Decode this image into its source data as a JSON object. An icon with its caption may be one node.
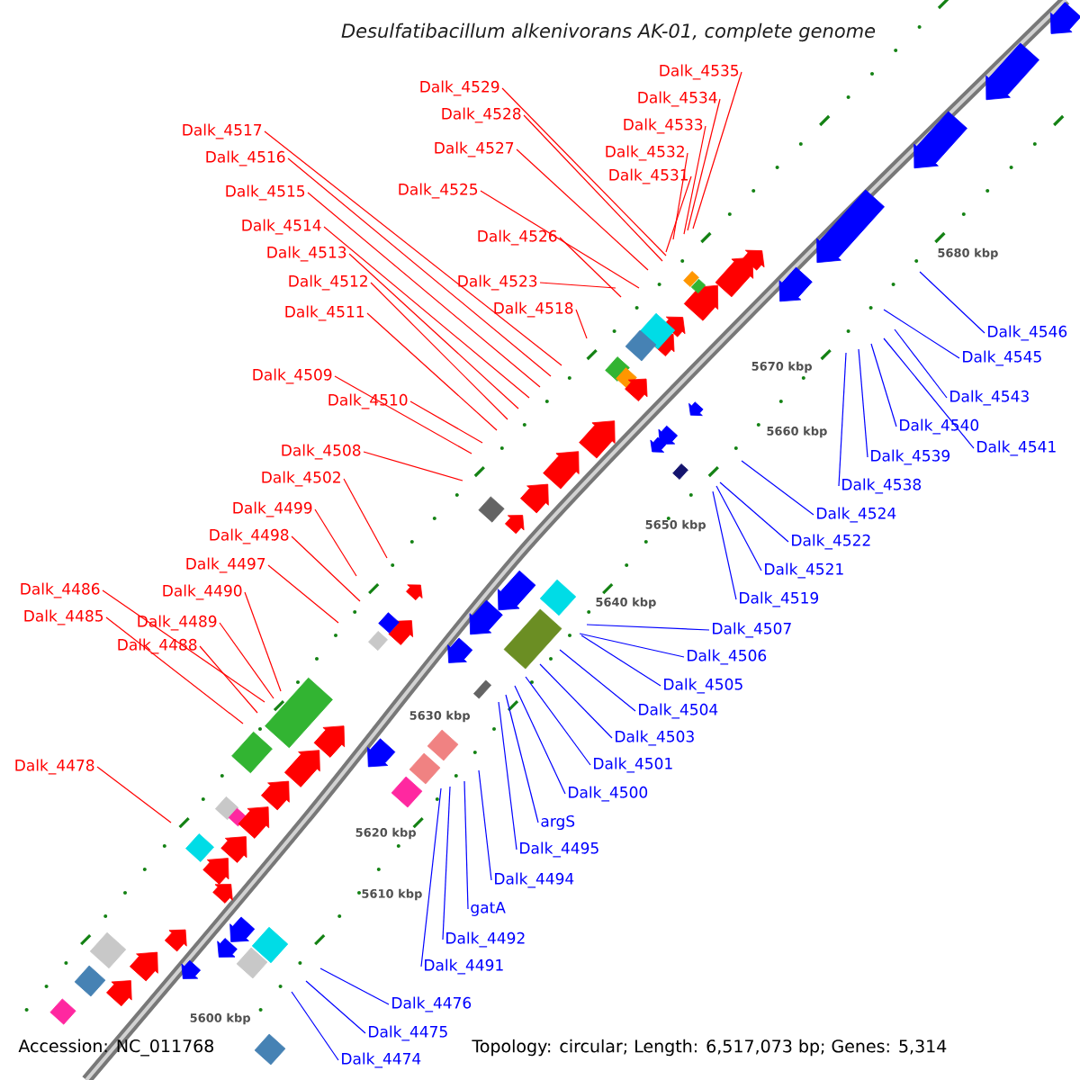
{
  "diagram": {
    "title": "Desulfatibacillum alkenivorans AK-01, complete genome",
    "nodes": [
      {
        "text": [
          "Dalk_4535"
        ]
      },
      {
        "text": [
          "Dalk_4534"
        ]
      },
      {
        "text": [
          "Dalk_4529"
        ]
      },
      {
        "text": [
          "Dalk_4528"
        ]
      },
      {
        "text": [
          "Dalk_4533"
        ]
      },
      {
        "text": [
          "Dalk_4517"
        ]
      },
      {
        "text": [
          "Dalk_4527"
        ]
      },
      {
        "text": [
          "Dalk_4532"
        ]
      },
      {
        "text": [
          "Dalk_4516"
        ]
      },
      {
        "text": [
          "Dalk_4531"
        ]
      },
      {
        "text": [
          "Dalk_4525"
        ]
      },
      {
        "text": [
          "Dalk_4515"
        ]
      },
      {
        "text": [
          "Dalk_4514"
        ]
      },
      {
        "text": [
          "Dalk_4526"
        ]
      },
      {
        "text": [
          "Dalk_4513"
        ]
      },
      {
        "text": [
          "Dalk_4523"
        ]
      },
      {
        "text": [
          "Dalk_4512"
        ]
      },
      {
        "text": [
          "Dalk_4518"
        ]
      },
      {
        "text": [
          "Dalk_4511"
        ]
      },
      {
        "text": [
          "Dalk_4509"
        ]
      },
      {
        "text": [
          "Dalk_4510"
        ]
      },
      {
        "text": [
          "Dalk_4508"
        ]
      },
      {
        "text": [
          "Dalk_4502"
        ]
      },
      {
        "text": [
          "Dalk_4499"
        ]
      },
      {
        "text": [
          "Dalk_4498"
        ]
      },
      {
        "text": [
          "Dalk_4497"
        ]
      },
      {
        "text": [
          "Dalk_4486"
        ]
      },
      {
        "text": [
          "Dalk_4490"
        ]
      },
      {
        "text": [
          "Dalk_4485"
        ]
      },
      {
        "text": [
          "Dalk_4489"
        ]
      },
      {
        "text": [
          "Dalk_4488"
        ]
      },
      {
        "text": [
          "Dalk_4478"
        ]
      },
      {
        "text": [
          "Dalk_4546"
        ]
      },
      {
        "text": [
          "Dalk_4545"
        ]
      },
      {
        "text": [
          "Dalk_4543"
        ]
      },
      {
        "text": [
          "Dalk_4540"
        ]
      },
      {
        "text": [
          "Dalk_4541"
        ]
      },
      {
        "text": [
          "Dalk_4539"
        ]
      },
      {
        "text": [
          "Dalk_4538"
        ]
      },
      {
        "text": [
          "Dalk_4524"
        ]
      },
      {
        "text": [
          "Dalk_4522"
        ]
      },
      {
        "text": [
          "Dalk_4521"
        ]
      },
      {
        "text": [
          "Dalk_4519"
        ]
      },
      {
        "text": [
          "Dalk_4507"
        ]
      },
      {
        "text": [
          "Dalk_4506"
        ]
      },
      {
        "text": [
          "Dalk_4505"
        ]
      },
      {
        "text": [
          "Dalk_4504"
        ]
      },
      {
        "text": [
          "Dalk_4503"
        ]
      },
      {
        "text": [
          "Dalk_4501"
        ]
      },
      {
        "text": [
          "Dalk_4500"
        ]
      },
      {
        "text": [
          "argS"
        ]
      },
      {
        "text": [
          "Dalk_4495"
        ]
      },
      {
        "text": [
          "Dalk_4494"
        ]
      },
      {
        "text": [
          "gatA"
        ]
      },
      {
        "text": [
          "Dalk_4492"
        ]
      },
      {
        "text": [
          "Dalk_4491"
        ]
      },
      {
        "text": [
          "Dalk_4476"
        ]
      },
      {
        "text": [
          "Dalk_4475"
        ]
      },
      {
        "text": [
          "Dalk_4474"
        ]
      }
    ],
    "edges": [
      {
        "from": 0,
        "to": null,
        "arrow": "none"
      },
      {
        "from": 1,
        "to": null,
        "arrow": "none"
      },
      {
        "from": 2,
        "to": null,
        "arrow": "none"
      },
      {
        "from": 3,
        "to": null,
        "arrow": "none"
      },
      {
        "from": 4,
        "to": null,
        "arrow": "none"
      },
      {
        "from": 5,
        "to": null,
        "arrow": "none"
      },
      {
        "from": 6,
        "to": null,
        "arrow": "none"
      },
      {
        "from": 7,
        "to": null,
        "arrow": "none"
      },
      {
        "from": 8,
        "to": null,
        "arrow": "none"
      },
      {
        "from": 9,
        "to": null,
        "arrow": "none"
      },
      {
        "from": 10,
        "to": null,
        "arrow": "none"
      },
      {
        "from": 11,
        "to": null,
        "arrow": "none"
      },
      {
        "from": 12,
        "to": null,
        "arrow": "none"
      },
      {
        "from": 13,
        "to": null,
        "arrow": "none"
      },
      {
        "from": 14,
        "to": null,
        "arrow": "none"
      },
      {
        "from": 15,
        "to": null,
        "arrow": "none"
      },
      {
        "from": 16,
        "to": null,
        "arrow": "none"
      },
      {
        "from": 17,
        "to": null,
        "arrow": "none"
      },
      {
        "from": 18,
        "to": null,
        "arrow": "none"
      },
      {
        "from": 19,
        "to": null,
        "arrow": "none"
      },
      {
        "from": 20,
        "to": null,
        "arrow": "none"
      },
      {
        "from": 21,
        "to": null,
        "arrow": "none"
      },
      {
        "from": 22,
        "to": null,
        "arrow": "none"
      },
      {
        "from": 23,
        "to": null,
        "arrow": "none"
      },
      {
        "from": 24,
        "to": null,
        "arrow": "none"
      },
      {
        "from": 25,
        "to": null,
        "arrow": "none"
      },
      {
        "from": 26,
        "to": null,
        "arrow": "none"
      },
      {
        "from": 27,
        "to": null,
        "arrow": "none"
      },
      {
        "from": 28,
        "to": null,
        "arrow": "none"
      },
      {
        "from": 29,
        "to": null,
        "arrow": "none"
      },
      {
        "from": 30,
        "to": null,
        "arrow": "none"
      },
      {
        "from": 31,
        "to": null,
        "arrow": "none"
      },
      {
        "from": 32,
        "to": null,
        "arrow": "none",
        "color": "#0000ff"
      },
      {
        "from": 33,
        "to": null,
        "arrow": "none",
        "color": "#0000ff"
      },
      {
        "from": 34,
        "to": null,
        "arrow": "none",
        "color": "#0000ff"
      },
      {
        "from": 35,
        "to": null,
        "arrow": "none",
        "color": "#0000ff"
      },
      {
        "from": 36,
        "to": null,
        "arrow": "none",
        "color": "#0000ff"
      },
      {
        "from": 37,
        "to": null,
        "arrow": "none",
        "color": "#0000ff"
      },
      {
        "from": 38,
        "to": null,
        "arrow": "none",
        "color": "#0000ff"
      },
      {
        "from": 39,
        "to": null,
        "arrow": "none",
        "color": "#0000ff"
      },
      {
        "from": 40,
        "to": null,
        "arrow": "none",
        "color": "#0000ff"
      },
      {
        "from": 41,
        "to": null,
        "arrow": "none",
        "color": "#0000ff"
      },
      {
        "from": 42,
        "to": null,
        "arrow": "none",
        "color": "#0000ff"
      },
      {
        "from": 43,
        "to": null,
        "arrow": "none",
        "color": "#0000ff"
      },
      {
        "from": 44,
        "to": null,
        "arrow": "none",
        "color": "#0000ff"
      },
      {
        "from": 45,
        "to": null,
        "arrow": "none",
        "color": "#0000ff"
      },
      {
        "from": 46,
        "to": null,
        "arrow": "none",
        "color": "#0000ff"
      },
      {
        "from": 47,
        "to": null,
        "arrow": "none",
        "color": "#0000ff"
      },
      {
        "from": 48,
        "to": null,
        "arrow": "none",
        "color": "#0000ff"
      },
      {
        "from": 49,
        "to": null,
        "arrow": "none",
        "color": "#0000ff"
      },
      {
        "from": 50,
        "to": null,
        "arrow": "none",
        "color": "#0000ff"
      },
      {
        "from": 51,
        "to": null,
        "arrow": "none",
        "color": "#0000ff"
      },
      {
        "from": 52,
        "to": null,
        "arrow": "none",
        "color": "#0000ff"
      },
      {
        "from": 53,
        "to": null,
        "arrow": "none",
        "color": "#0000ff"
      },
      {
        "from": 54,
        "to": null,
        "arrow": "none",
        "color": "#0000ff"
      },
      {
        "from": 55,
        "to": null,
        "arrow": "none",
        "color": "#0000ff"
      },
      {
        "from": 56,
        "to": null,
        "arrow": "none",
        "color": "#0000ff"
      },
      {
        "from": 57,
        "to": null,
        "arrow": "none",
        "color": "#0000ff"
      },
      {
        "from": 58,
        "to": null,
        "arrow": "none",
        "color": "#0000ff"
      }
    ],
    "labels": [
      "5680 kbp",
      "5670 kbp",
      "5660 kbp",
      "5650 kbp",
      "5640 kbp",
      "5630 kbp",
      "5620 kbp",
      "5610 kbp",
      "5600 kbp",
      "Accession: NC_011768",
      "Topology: circular; Length: 6,517,073 bp; Genes: 5,314"
    ]
  }
}
